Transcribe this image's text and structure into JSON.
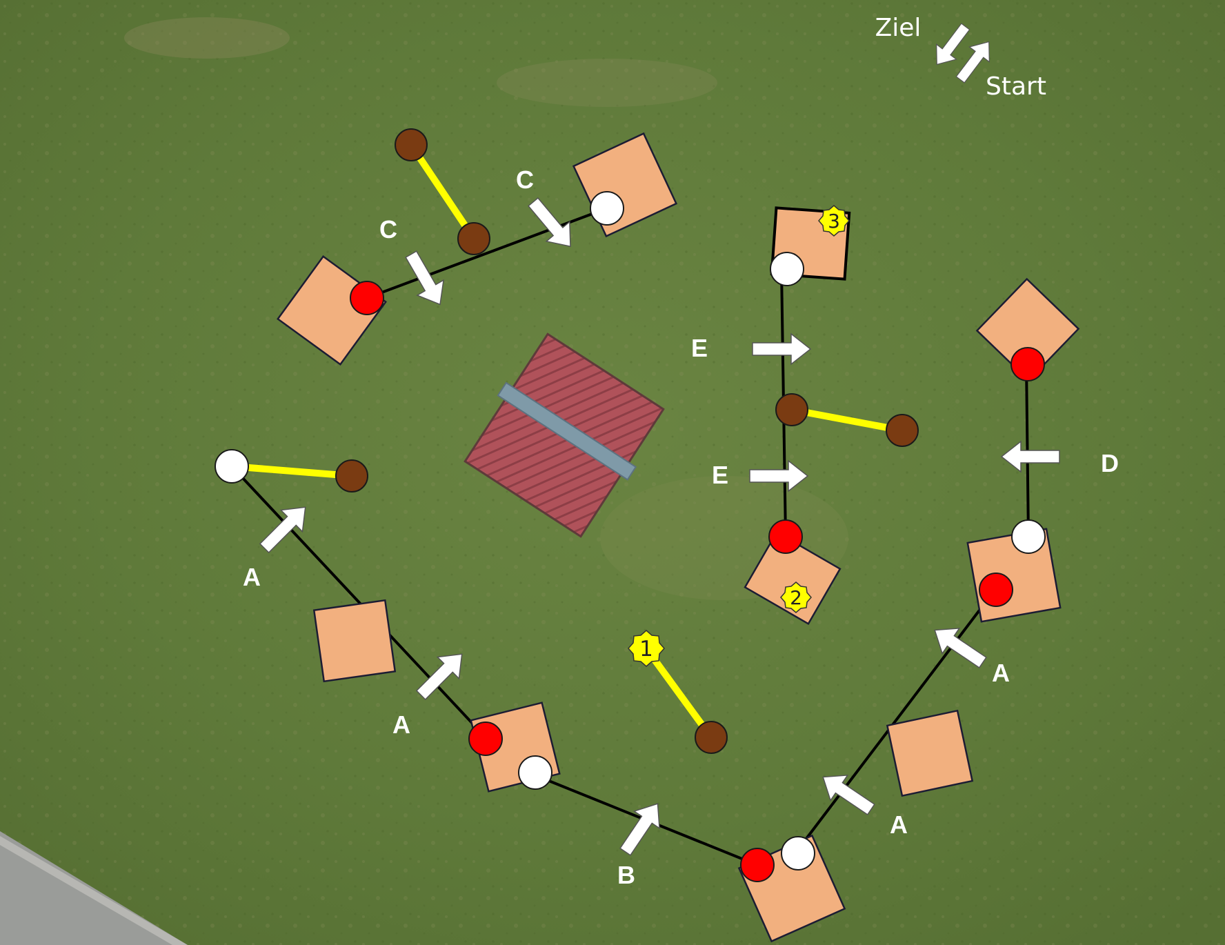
{
  "legend": {
    "finish_label": "Ziel",
    "start_label": "Start",
    "arrows_icon": "double-direction-arrows-icon"
  },
  "markers": {
    "m1": "1",
    "m2": "2",
    "m3": "3"
  },
  "lines": {
    "a1": "A",
    "a2": "A",
    "a3": "A",
    "a4": "A",
    "b": "B",
    "c1": "C",
    "c2": "C",
    "d": "D",
    "e1": "E",
    "e2": "E"
  },
  "colors": {
    "grass": "#5f7a3a",
    "box": "#f2b07f",
    "red_flag": "#ff0000",
    "white_flag": "#ffffff",
    "brown_post": "#7a3b12",
    "yellow_pole": "#ffff00",
    "star": "#ffff00",
    "roof": "#b0525a",
    "ridge": "#7f9aa8"
  }
}
